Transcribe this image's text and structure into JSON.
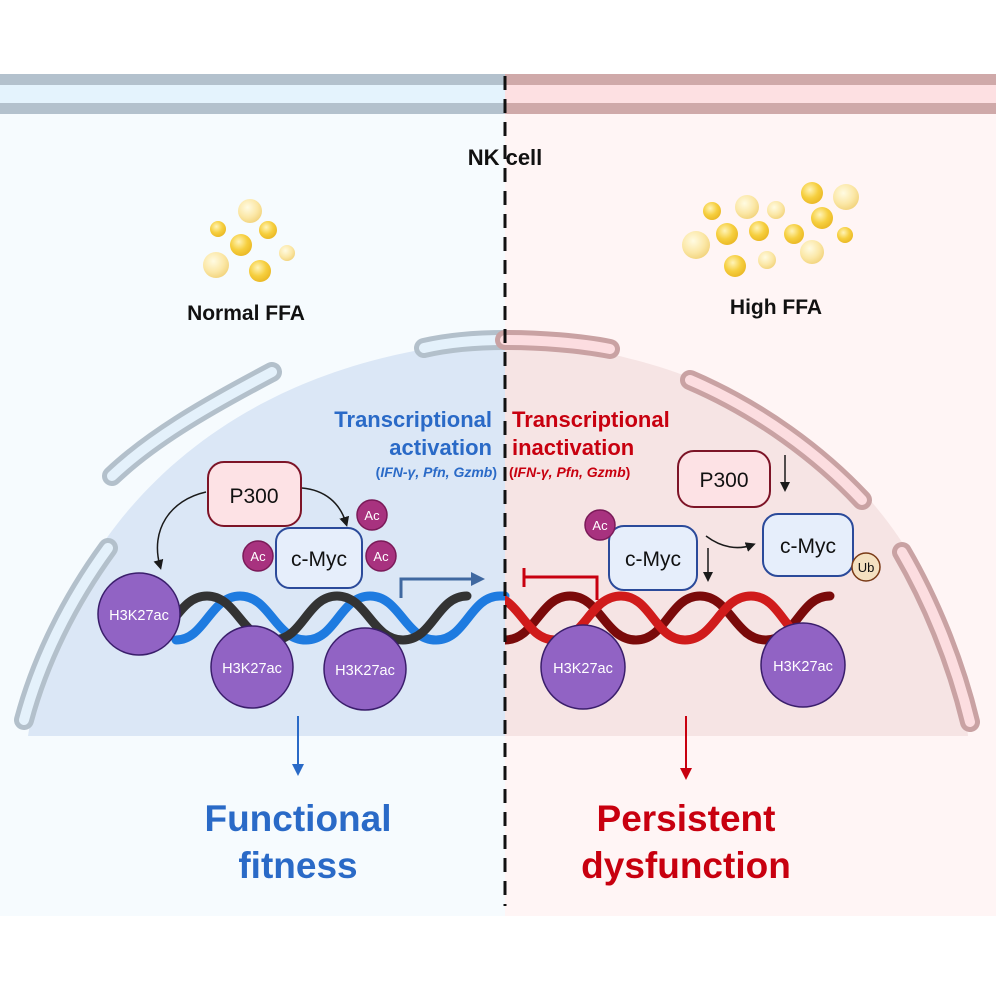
{
  "title": "NK cell",
  "colors": {
    "left_accent": "#2a6ac7",
    "right_accent": "#c8000f",
    "histone": "#9163c4",
    "acetyl": "#a8327f",
    "ubiquitin": "#f4e1c1",
    "p300_fill": "#fde2e5",
    "p300_border": "#7d1427",
    "cmyc_fill": "#e6eefb",
    "cmyc_border": "#2b4a9a"
  },
  "left": {
    "condition_label": "Normal FFA",
    "heading_line1": "Transcriptional",
    "heading_line2": "activation",
    "genes_open": "(",
    "genes": "IFN-γ, Pfn, Gzmb",
    "genes_close": ")",
    "p300_label": "P300",
    "cmyc_label": "c-Myc",
    "ac_label": "Ac",
    "histone_label": "H3K27ac",
    "outcome_line1": "Functional",
    "outcome_line2": "fitness"
  },
  "right": {
    "condition_label": "High FFA",
    "heading_line1": "Transcriptional",
    "heading_line2": "inactivation",
    "genes_open": "(",
    "genes": "IFN-γ, Pfn, Gzmb",
    "genes_close": ")",
    "p300_label": "P300",
    "cmyc_label": "c-Myc",
    "cmyc_ub_label": "c-Myc",
    "ac_label": "Ac",
    "ub_label": "Ub",
    "histone_label": "H3K27ac",
    "outcome_line1": "Persistent",
    "outcome_line2": "dysfunction"
  }
}
